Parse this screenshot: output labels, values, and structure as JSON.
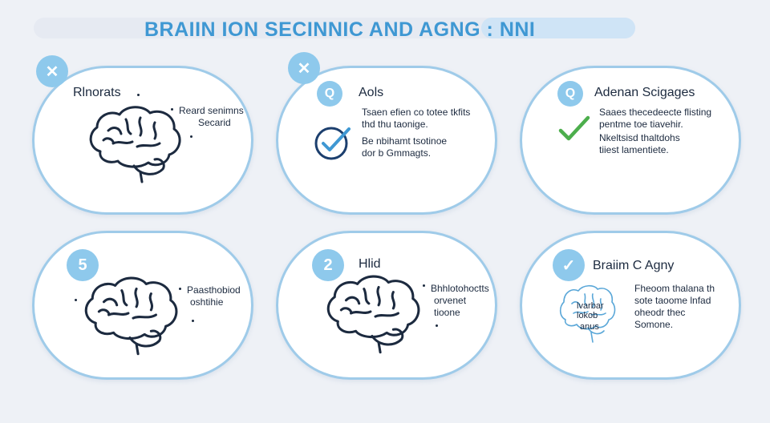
{
  "title": "BRAIIN ION SECINNIC AND AGNG : NNI",
  "colors": {
    "accent": "#3f98d3",
    "card_border": "#9fcbe9",
    "badge": "#8ec9ec",
    "ink": "#1c2a3f",
    "green_check": "#4cae4c"
  },
  "cards": [
    {
      "badge": "✕",
      "heading": "Rlnorats",
      "lines": [
        "Reard senimns",
        "Secarid"
      ]
    },
    {
      "badge": "✕",
      "sub_badge": "Q",
      "heading": "Aols",
      "lines": [
        "Tsaen efien co totee tkfits",
        "thd thu taonige.",
        "Be nbihamt tsotinoe",
        "dor b Gmmagts."
      ],
      "icon": "check-circle-icon"
    },
    {
      "badge": "Q",
      "heading": "Adenan Scigages",
      "lines": [
        "Saaes thecedeecte flisting",
        "pentme toe tiavehir.",
        "Nkeltsisd thaltdohs",
        "tiiest lamentiete."
      ],
      "icon": "green-check-icon"
    },
    {
      "badge": "5",
      "heading": "",
      "lines": [
        "Paasthobiod",
        "oshtihie"
      ]
    },
    {
      "badge": "2",
      "heading": "Hlid",
      "lines": [
        "Bhhlotohoctts",
        "orvenet",
        "tioone"
      ]
    },
    {
      "badge": "✓",
      "heading": "Braiim C Agny",
      "lines": [
        "Fheoom thalana th",
        "sote taoome lnfad",
        "oheodr thec",
        "Somone."
      ],
      "brain_labels": [
        "lvarbar",
        "lokob",
        "anus"
      ]
    }
  ]
}
